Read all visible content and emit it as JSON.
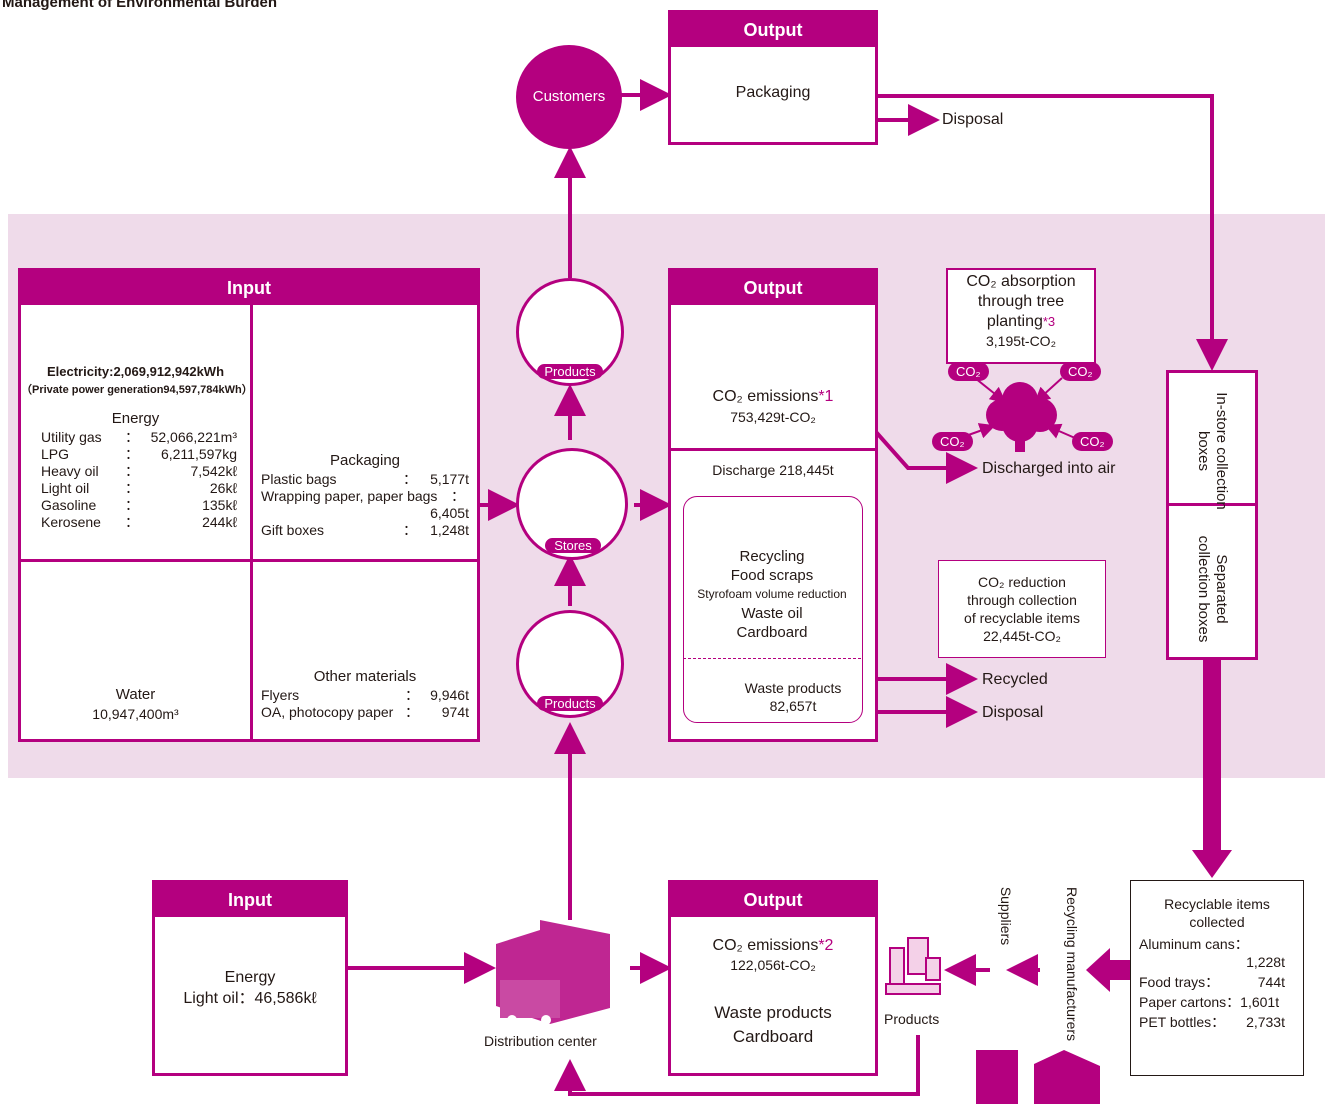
{
  "title": "Management of Environmental Burden",
  "customers": {
    "label": "Customers"
  },
  "top_output": {
    "header": "Output",
    "packaging": "Packaging",
    "disposal": "Disposal"
  },
  "input": {
    "header": "Input",
    "electricity": "Electricity:2,069,912,942kWh",
    "private_power": "（Private power generation94,597,784kWh）",
    "energy_title": "Energy",
    "energy_rows": [
      {
        "name": "Utility gas",
        "sep": "：",
        "value": "52,066,221m³"
      },
      {
        "name": "LPG",
        "sep": "：",
        "value": "6,211,597kg"
      },
      {
        "name": "Heavy oil",
        "sep": "：",
        "value": "7,542kℓ"
      },
      {
        "name": "Light oil",
        "sep": "：",
        "value": "26kℓ"
      },
      {
        "name": "Gasoline",
        "sep": "：",
        "value": "135kℓ"
      },
      {
        "name": "Kerosene",
        "sep": "：",
        "value": "244kℓ"
      }
    ],
    "packaging_title": "Packaging",
    "plastic_bags": "Plastic bags",
    "plastic_bags_value": "5,177t",
    "wrapping_paper": "Wrapping paper, paper bags",
    "wrapping_paper_value": "6,405t",
    "gift_boxes": "Gift boxes",
    "gift_boxes_value": "1,248t",
    "water_title": "Water",
    "water_value": "10,947,400m³",
    "other_title": "Other materials",
    "flyers": "Flyers",
    "flyers_value": "9,946t",
    "oa_paper": "OA, photocopy paper",
    "oa_paper_value": "974t",
    "sep": "："
  },
  "products_top": "Products",
  "stores": "Stores",
  "products_mid": "Products",
  "mid_output": {
    "header": "Output",
    "co2": "CO₂ emissions",
    "co2_note": "*1",
    "co2_value": "753,429t-CO₂",
    "discharge": "Discharge 218,445t",
    "recycling_items": [
      "Recycling",
      "Food scraps",
      "Styrofoam volume reduction",
      "Waste oil",
      "Cardboard"
    ],
    "waste_products": "Waste products",
    "waste_value": "82,657t"
  },
  "tree": {
    "line1": "CO₂ absorption",
    "line2": "through tree",
    "line3": "planting",
    "note": "*3",
    "value": "3,195t-CO₂",
    "co2_tag": "CO₂"
  },
  "discharged_air": "Discharged into air",
  "reduction": {
    "line1": "CO₂ reduction",
    "line2": "through collection",
    "line3": "of recyclable items",
    "value": "22,445t-CO₂"
  },
  "recycled": "Recycled",
  "disposal2": "Disposal",
  "instore": "In-store collection boxes",
  "separated": "Separated collection boxes",
  "recyclables": {
    "title": "Recyclable items collected",
    "aluminum": "Aluminum cans：",
    "aluminum_value": "1,228t",
    "food_trays": "Food trays：",
    "food_trays_value": "744t",
    "paper_cartons": "Paper cartons：1,601t",
    "pet": "PET bottles：",
    "pet_value": "2,733t"
  },
  "recycling_manufacturers": "Recycling manufacturers",
  "suppliers": "Suppliers",
  "products_bottom": "Products",
  "bottom_input": {
    "header": "Input",
    "energy": "Energy",
    "light_oil": "Light oil：46,586kℓ"
  },
  "distribution_center": "Distribution center",
  "bottom_output": {
    "header": "Output",
    "co2": "CO₂ emissions",
    "co2_note": "*2",
    "co2_value": "122,056t-CO₂",
    "waste": "Waste products",
    "cardboard": "Cardboard"
  },
  "colors": {
    "accent": "#b4007f",
    "band": "#efdbea"
  }
}
